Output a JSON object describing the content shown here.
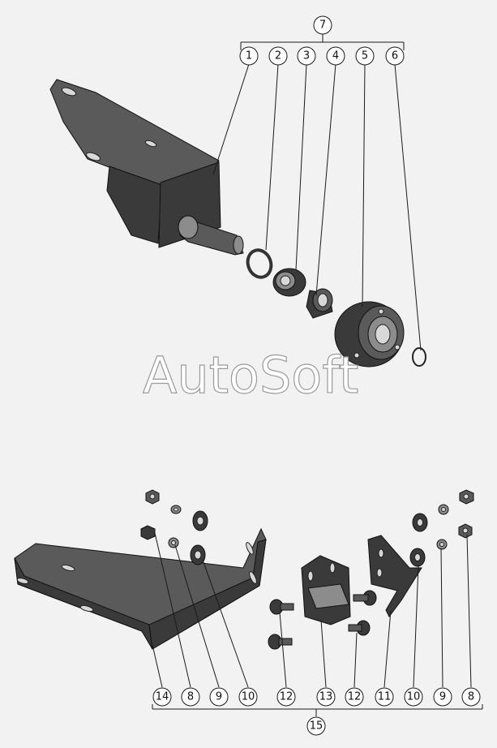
{
  "diagram": {
    "watermark": "AutoSoft",
    "top_assembly": {
      "group_label": "7",
      "labels": [
        "1",
        "2",
        "3",
        "4",
        "5",
        "6"
      ]
    },
    "bottom_assembly": {
      "group_label": "15",
      "labels": [
        "14",
        "8",
        "9",
        "10",
        "12",
        "13",
        "12",
        "11",
        "10",
        "9",
        "8"
      ]
    },
    "colors": {
      "background": "#f2f2f2",
      "part_dark": "#3a3a3a",
      "line": "#1a1a1a"
    }
  }
}
